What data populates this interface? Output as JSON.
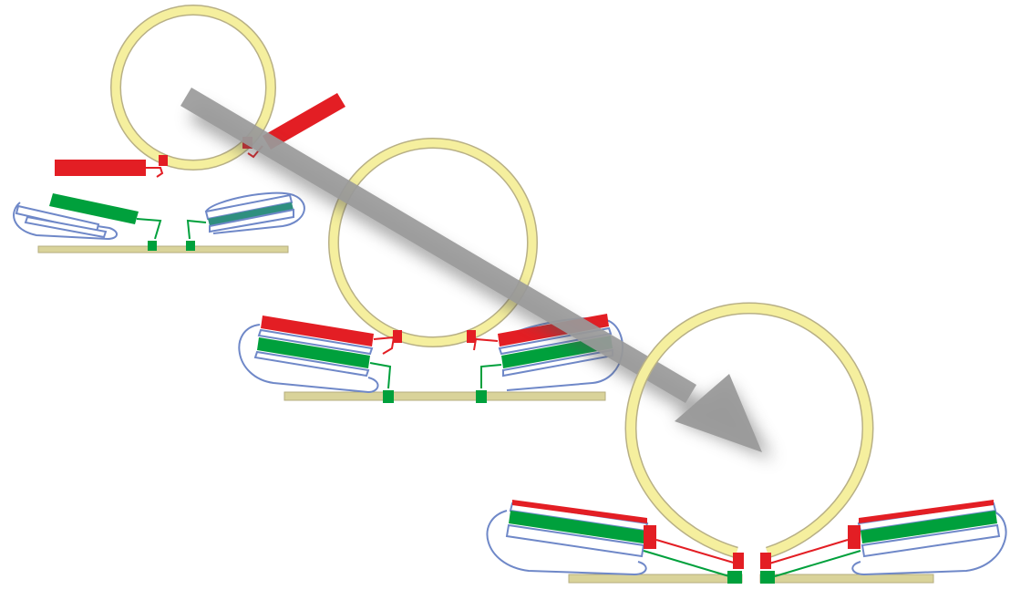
{
  "colors": {
    "background": "#ffffff",
    "ring_fill": "#f5ef9e",
    "ring_stroke": "#a9a27e",
    "rod_fill": "#d9d39a",
    "rod_stroke": "#b5ae7f",
    "red_helix": "#e31e24",
    "green_helix": "#00a03c",
    "blue_outline": "#6f88c8",
    "arrow_gray": "#9a9a9a",
    "arrow_shadow": "#6e6e6e"
  },
  "diagram": {
    "stages": [
      "stage-1",
      "stage-2",
      "stage-3"
    ],
    "arrow": "process-direction-arrow"
  }
}
